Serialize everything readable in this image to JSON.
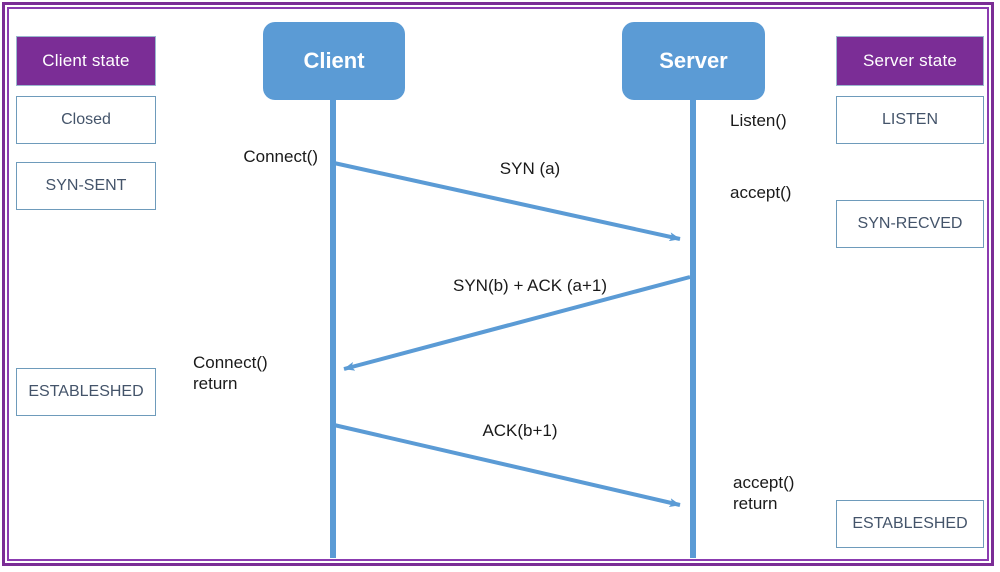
{
  "diagram": {
    "title": "TCP three-way handshake sequence diagram",
    "colors": {
      "frame_purple": "#7B2D96",
      "header_purple": "#7B2D96",
      "node_blue": "#5B9BD5",
      "state_border": "#6E9BBB",
      "state_text": "#44546A",
      "label_text": "#1a1a1a",
      "background": "#ffffff"
    }
  },
  "columns": {
    "client_state_header": "Client state",
    "server_state_header": "Server state"
  },
  "participants": [
    {
      "id": "client",
      "label": "Client"
    },
    {
      "id": "server",
      "label": "Server"
    }
  ],
  "client_states": [
    {
      "label": "Closed"
    },
    {
      "label": "SYN-SENT"
    },
    {
      "label": "ESTABLESHED"
    }
  ],
  "server_states": [
    {
      "label": "LISTEN"
    },
    {
      "label": "SYN-RECVED"
    },
    {
      "label": "ESTABLESHED"
    }
  ],
  "client_calls": [
    {
      "label": "Connect()"
    },
    {
      "label": "Connect()\nreturn"
    }
  ],
  "server_calls": [
    {
      "label": "Listen()"
    },
    {
      "label": "accept()"
    },
    {
      "label": "accept()\nreturn"
    }
  ],
  "messages": [
    {
      "label": "SYN (a)",
      "from": "client",
      "to": "server"
    },
    {
      "label": "SYN(b) + ACK (a+1)",
      "from": "server",
      "to": "client"
    },
    {
      "label": "ACK(b+1)",
      "from": "client",
      "to": "server"
    }
  ]
}
